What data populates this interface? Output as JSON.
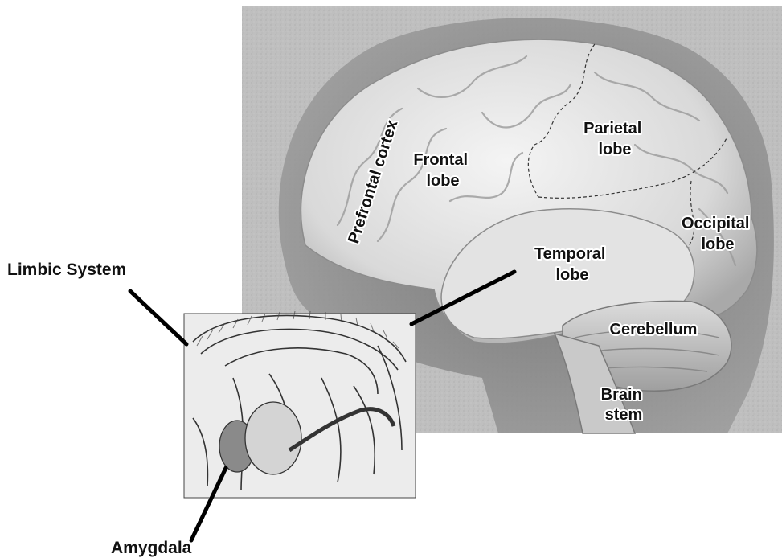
{
  "labels": {
    "prefrontal": "Prefrontal cortex",
    "frontal": [
      "Frontal",
      "lobe"
    ],
    "parietal": [
      "Parietal",
      "lobe"
    ],
    "occipital": [
      "Occipital",
      "lobe"
    ],
    "temporal": [
      "Temporal",
      "lobe"
    ],
    "cerebellum": "Cerebellum",
    "brainstem": [
      "Brain",
      "stem"
    ],
    "limbic": "Limbic System",
    "amygdala": "Amygdala"
  }
}
